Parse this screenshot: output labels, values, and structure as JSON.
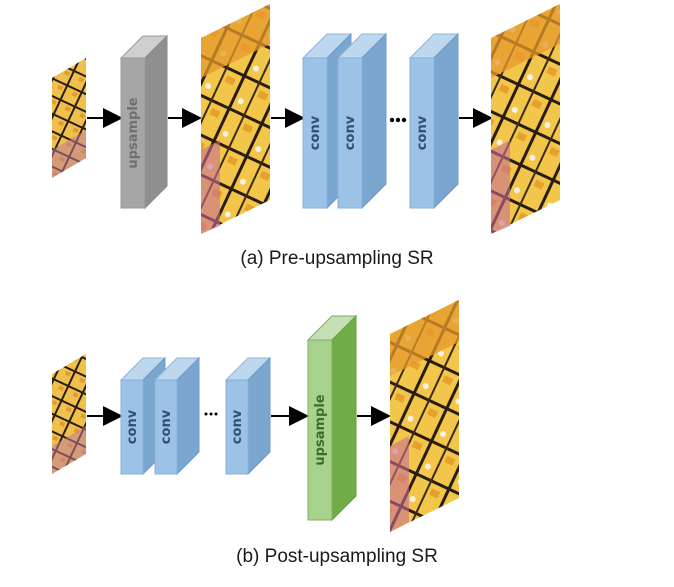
{
  "diagram_a": {
    "caption": "(a) Pre-upsampling SR",
    "upsample_label": "upsample",
    "conv_labels": [
      "conv",
      "conv",
      "conv"
    ]
  },
  "diagram_b": {
    "caption": "(b) Post-upsampling SR",
    "conv_labels": [
      "conv",
      "conv",
      "conv"
    ],
    "upsample_label": "upsample"
  },
  "colors": {
    "conv_face": "#9cc3e6",
    "conv_side": "#7aa6cf",
    "upsample_gray": "#a6a6a6",
    "upsample_green": "#a9d18e",
    "arrow": "#000000"
  }
}
